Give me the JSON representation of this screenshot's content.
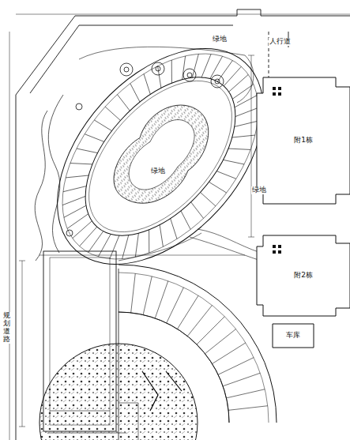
{
  "diagram": {
    "nodes": [
      {
        "text": [
          "附1栋"
        ]
      },
      {
        "text": [
          "附2栋"
        ]
      },
      {
        "text": [
          "车库"
        ]
      }
    ],
    "labels": [
      "绿地",
      "人行道",
      "绿地",
      "绿地",
      "规划道路"
    ]
  }
}
